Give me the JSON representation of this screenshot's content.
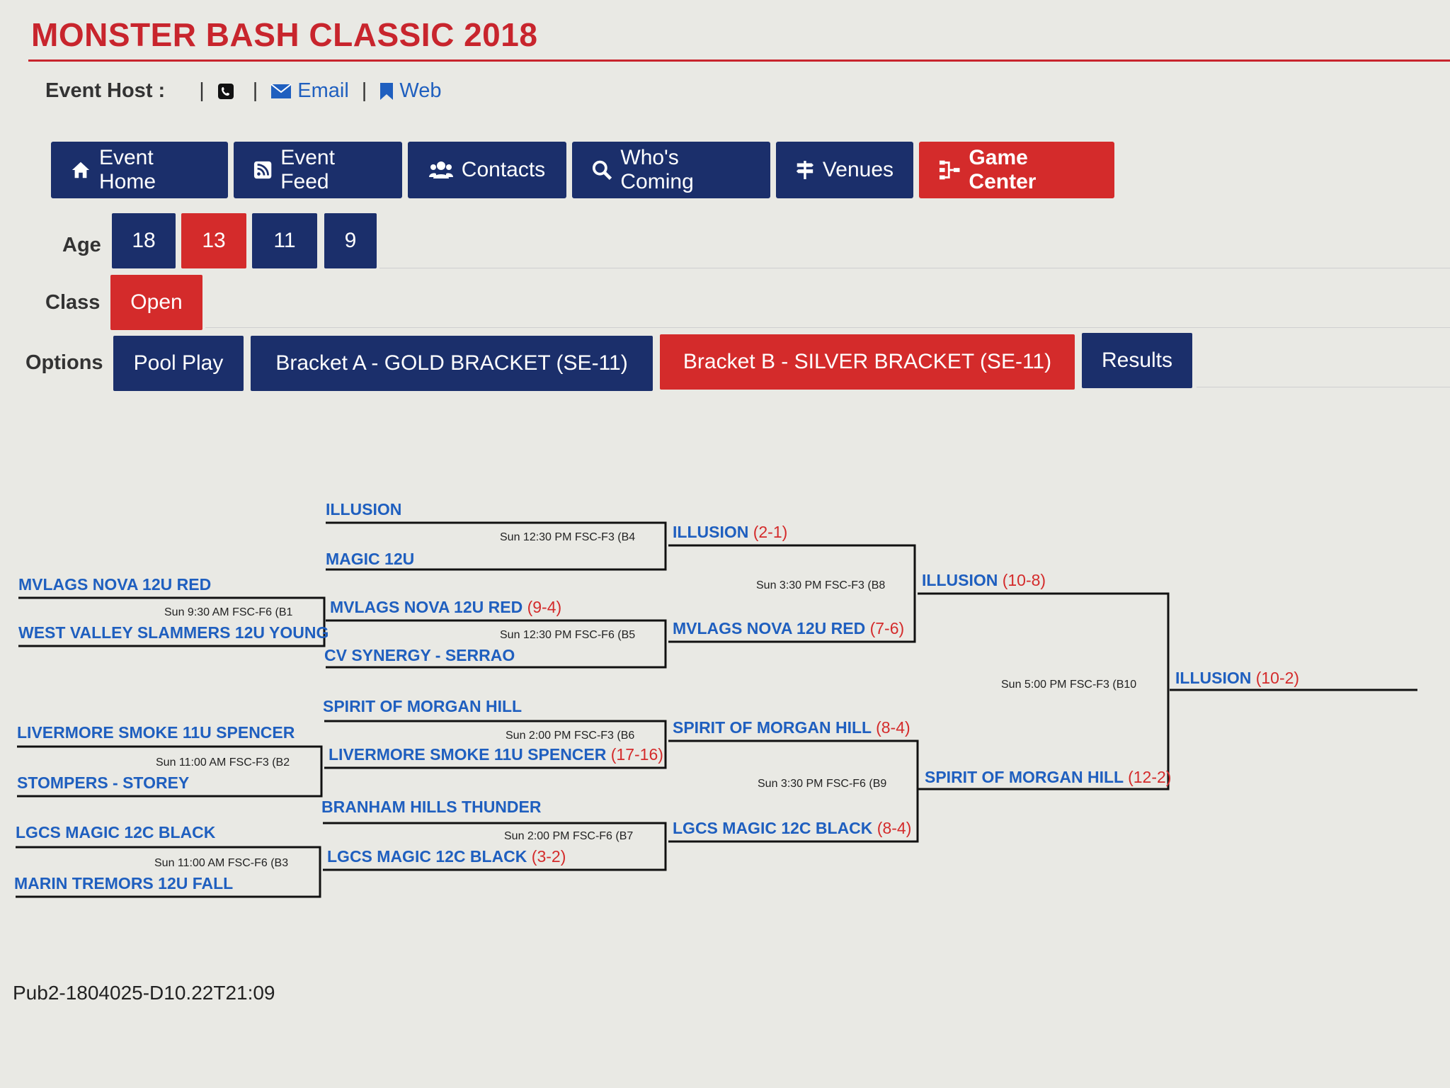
{
  "event": {
    "title": "MONSTER BASH CLASSIC 2018",
    "host_label": "Event Host :",
    "email_label": "Email",
    "web_label": "Web"
  },
  "nav_tabs": [
    {
      "label": "Event Home",
      "icon": "home-icon",
      "active": false
    },
    {
      "label": "Event Feed",
      "icon": "rss-icon",
      "active": false
    },
    {
      "label": "Contacts",
      "icon": "users-icon",
      "active": false
    },
    {
      "label": "Who's Coming",
      "icon": "search-icon",
      "active": false
    },
    {
      "label": "Venues",
      "icon": "signpost-icon",
      "active": false
    },
    {
      "label": "Game Center",
      "icon": "bracket-icon",
      "active": true
    }
  ],
  "age": {
    "label": "Age",
    "options": [
      "18",
      "13",
      "11",
      "9"
    ],
    "selected": "13"
  },
  "class_filter": {
    "label": "Class",
    "options": [
      "Open"
    ],
    "selected": "Open"
  },
  "options_filter": {
    "label": "Options",
    "items": [
      "Pool Play",
      "Bracket A - GOLD BRACKET  (SE-11)",
      "Bracket B - SILVER BRACKET  (SE-11)",
      "Results"
    ],
    "selected": "Bracket B - SILVER BRACKET  (SE-11)"
  },
  "bracket": {
    "games": [
      {
        "id": "b1",
        "info": "Sun 9:30 AM FSC-F6   (B1",
        "top": "MVLAGS NOVA 12U RED",
        "bottom": "WEST VALLEY SLAMMERS 12U YOUNG"
      },
      {
        "id": "b2",
        "info": "Sun 11:00 AM FSC-F3   (B2",
        "top": "LIVERMORE SMOKE 11U SPENCER",
        "bottom": "STOMPERS - STOREY"
      },
      {
        "id": "b3",
        "info": "Sun 11:00 AM FSC-F6   (B3",
        "top": "LGCS MAGIC 12C BLACK",
        "bottom": "MARIN TREMORS 12U FALL"
      },
      {
        "id": "b4",
        "info": "Sun 12:30 PM FSC-F3   (B4",
        "top": "ILLUSION",
        "bottom": "MAGIC 12U"
      },
      {
        "id": "b5",
        "info": "Sun 12:30 PM FSC-F6   (B5",
        "top": "MVLAGS NOVA 12U RED",
        "top_score": "(9-4)",
        "bottom": "CV SYNERGY - SERRAO"
      },
      {
        "id": "b6",
        "info": "Sun 2:00 PM FSC-F3   (B6",
        "top": "SPIRIT OF MORGAN HILL",
        "bottom": "LIVERMORE SMOKE 11U SPENCER",
        "bottom_score": "(17-16)"
      },
      {
        "id": "b7",
        "info": "Sun 2:00 PM FSC-F6   (B7",
        "top": "BRANHAM HILLS THUNDER",
        "bottom": "LGCS MAGIC 12C BLACK",
        "bottom_score": "(3-2)"
      },
      {
        "id": "b8",
        "info": "Sun 3:30 PM FSC-F3   (B8",
        "top": "ILLUSION",
        "top_score": "(2-1)",
        "bottom": "MVLAGS NOVA 12U RED",
        "bottom_score": "(7-6)"
      },
      {
        "id": "b9",
        "info": "Sun 3:30 PM FSC-F6   (B9",
        "top": "SPIRIT OF MORGAN HILL",
        "top_score": "(8-4)",
        "bottom": "LGCS MAGIC 12C BLACK",
        "bottom_score": "(8-4)"
      },
      {
        "id": "b10",
        "info": "Sun 5:00 PM FSC-F3   (B10",
        "top": "ILLUSION",
        "top_score": "(10-8)",
        "bottom": "SPIRIT OF MORGAN HILL",
        "bottom_score": "(12-2)"
      }
    ],
    "champion": "ILLUSION",
    "champion_score": "(10-2)"
  },
  "footer": "Pub2-1804025-D10.22T21:09"
}
